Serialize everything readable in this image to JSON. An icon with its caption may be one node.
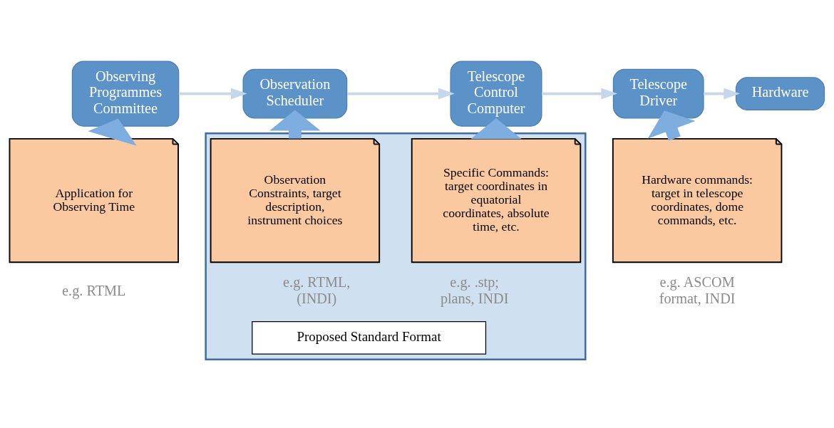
{
  "diagram": {
    "nodes": [
      {
        "text": [
          "Observing Programmes Committee"
        ]
      },
      {
        "text": [
          "Observation Scheduler"
        ]
      },
      {
        "text": [
          "Telescope Control Computer"
        ]
      },
      {
        "text": [
          "Telescope Driver"
        ]
      },
      {
        "text": [
          "Hardware"
        ]
      },
      {
        "text": [],
        "shape": "box"
      },
      {
        "text": [
          "Application for Observing Time"
        ],
        "beside": [
          "e.g. RTML"
        ]
      },
      {
        "text": [
          "Observation Constraints, target description, instrument choices"
        ],
        "in": 5,
        "beside": [
          "e.g. RTML, (INDI)"
        ]
      },
      {
        "text": [
          "Specific Commands: target coordinates in equatorial coordinates, absolute time, etc."
        ],
        "in": 5,
        "beside": [
          "e.g. .stp; plans, INDI"
        ]
      },
      {
        "text": [
          "Hardware commands: target in telescope coordinates, dome commands, etc."
        ],
        "beside": [
          "e.g. ASCOM format, INDI"
        ]
      },
      {
        "text": [
          "Proposed Standard Format"
        ],
        "in": 5
      }
    ],
    "edges": [
      {
        "from": 0,
        "to": 1,
        "arrow": "to"
      },
      {
        "from": 1,
        "to": 2,
        "arrow": "to"
      },
      {
        "from": 2,
        "to": 3,
        "arrow": "to"
      },
      {
        "from": 3,
        "to": 4,
        "arrow": "to"
      },
      {
        "from": 6,
        "to": 0,
        "arrow": "to",
        "style": "thick"
      },
      {
        "from": 7,
        "to": 1,
        "arrow": "to",
        "style": "thick"
      },
      {
        "from": 8,
        "to": 2,
        "arrow": "to",
        "style": "thick"
      },
      {
        "from": 9,
        "to": 3,
        "arrow": "to",
        "style": "thick"
      }
    ]
  }
}
